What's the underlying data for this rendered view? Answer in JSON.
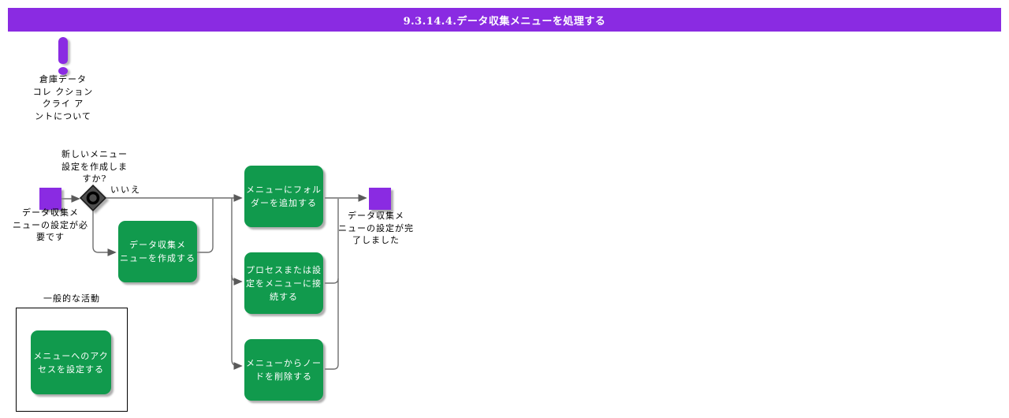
{
  "header": {
    "title": "9.3.14.4.データ収集メニューを処理する"
  },
  "note": {
    "icon": "exclamation-icon",
    "text": "倉庫データ\nコレ クション\nクライ ア\nントについて"
  },
  "flow": {
    "start": {
      "label": "データ収集メ\nニューの設定が必\n要です"
    },
    "decision": {
      "question": "新しいメニュー\n設定を作成しま\nすか?",
      "no_label": "いいえ"
    },
    "tasks": {
      "create_menu": {
        "label": "データ収集メ\nニューを作成する"
      },
      "add_folder": {
        "label": "メニューにフォル\nダーを追加する"
      },
      "connect_process": {
        "label": "プロセスまたは設\n定をメニューに接\n続する"
      },
      "remove_node": {
        "label": "メニューからノー\nドを削除する"
      }
    },
    "end": {
      "label": "データ収集メ\nニューの設定が完\n了しました"
    }
  },
  "legend": {
    "title": "一般的な活動",
    "task": {
      "label": "メニューへのアク\nセスを設定する"
    }
  },
  "colors": {
    "purple": "#8A2BE2",
    "green": "#119A4D",
    "line": "#6E6E6E",
    "diamond_fill": "#4D4D4D"
  }
}
